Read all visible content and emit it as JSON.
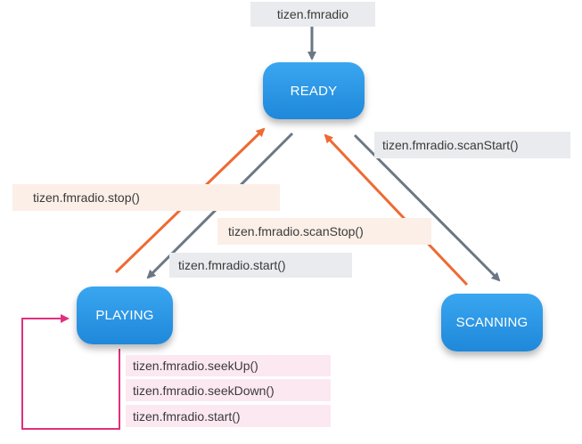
{
  "states": {
    "ready": "READY",
    "playing": "PLAYING",
    "scanning": "SCANNING"
  },
  "transitions": {
    "entry": "tizen.fmradio",
    "stop": "tizen.fmradio.stop()",
    "start": "tizen.fmradio.start()",
    "scan_start": "tizen.fmradio.scanStart()",
    "scan_stop": "tizen.fmradio.scanStop()",
    "seek_up": "tizen.fmradio.seekUp()",
    "seek_down": "tizen.fmradio.seekDown()",
    "start_again": "tizen.fmradio.start()"
  },
  "colors": {
    "state_fill": "#2692e3",
    "forward_arrow": "#6b7785",
    "return_arrow": "#ee6a33",
    "self_loop": "#e0307f"
  }
}
